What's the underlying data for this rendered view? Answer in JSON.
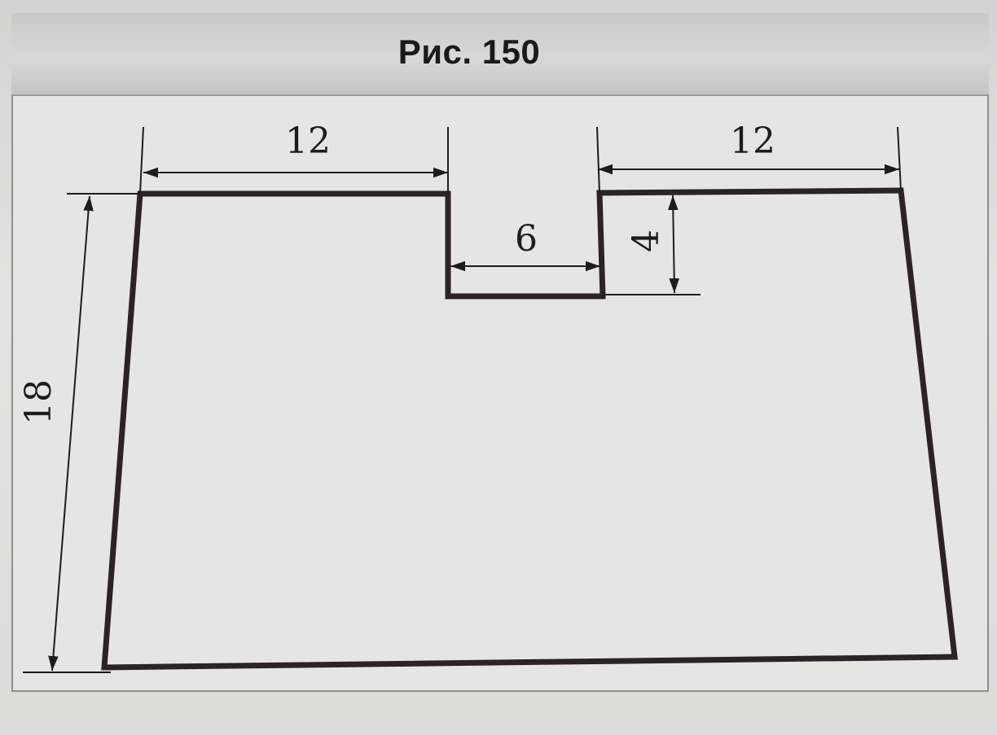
{
  "figure": {
    "title": "Рис. 150"
  },
  "dimensions": {
    "top_left_width": "12",
    "top_right_width": "12",
    "notch_width": "6",
    "notch_depth": "4",
    "total_height": "18"
  },
  "colors": {
    "outline": "#2b2326",
    "dimension_line": "#1d1b1c",
    "paper": "#e5e6e1"
  }
}
